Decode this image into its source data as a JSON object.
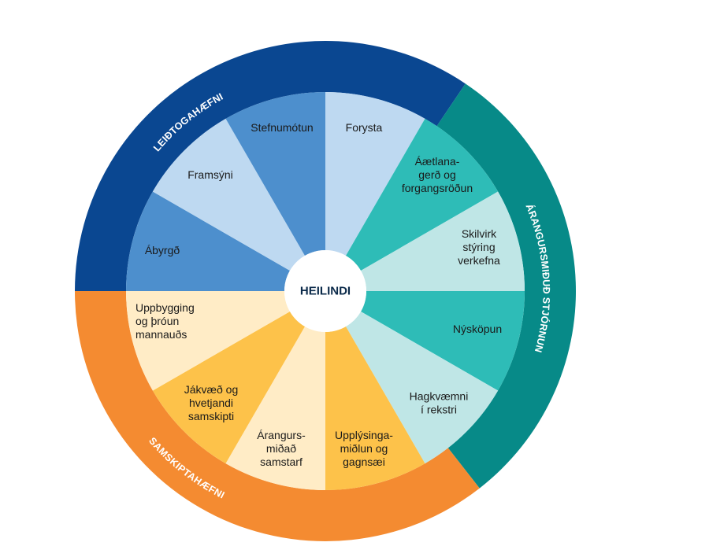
{
  "center": {
    "label": "HEILINDI"
  },
  "colors": {
    "ring_leadership": "#0a4791",
    "ring_results": "#078a88",
    "ring_communication": "#f48b31",
    "leadership_dark": "#4d8fcd",
    "leadership_light": "#bed9f1",
    "results_dark": "#2ebcb7",
    "results_light": "#bfe6e6",
    "communication_dark": "#fdc24a",
    "communication_light": "#ffecc6",
    "center_fill": "#ffffff",
    "divider": "#ffffff"
  },
  "rings": [
    {
      "id": "leadership",
      "label": "LEIÐTOGAHÆFNI",
      "color_key": "ring_leadership"
    },
    {
      "id": "results",
      "label": "ÁRANGURSMIÐUÐ STJÓRNUN",
      "color_key": "ring_results"
    },
    {
      "id": "communication",
      "label": "SAMSKIPTAHÆFNI",
      "color_key": "ring_communication"
    }
  ],
  "segments": [
    {
      "lines": [
        "Forysta"
      ],
      "color_key": "leadership_light"
    },
    {
      "lines": [
        "Áætlana-",
        "gerð og",
        "forgangsröðun"
      ],
      "color_key": "results_dark"
    },
    {
      "lines": [
        "Skilvirk",
        "stýring",
        "verkefna"
      ],
      "color_key": "results_light"
    },
    {
      "lines": [
        "Nýsköpun"
      ],
      "color_key": "results_dark"
    },
    {
      "lines": [
        "Hagkvæmni",
        "í rekstri"
      ],
      "color_key": "results_light"
    },
    {
      "lines": [
        "Upplýsinga-",
        "miðlun og",
        "gagnsæi"
      ],
      "color_key": "communication_dark"
    },
    {
      "lines": [
        "Árangurs-",
        "miðað",
        "samstarf"
      ],
      "color_key": "communication_light"
    },
    {
      "lines": [
        "Jákvæð og",
        "hvetjandi",
        "samskipti"
      ],
      "color_key": "communication_dark"
    },
    {
      "lines": [
        "Uppbygging",
        "og þróun",
        "mannauðs"
      ],
      "color_key": "communication_light"
    },
    {
      "lines": [
        "Ábyrgð"
      ],
      "color_key": "leadership_dark"
    },
    {
      "lines": [
        "Framsýni"
      ],
      "color_key": "leadership_light"
    },
    {
      "lines": [
        "Stefnumótun"
      ],
      "color_key": "leadership_dark"
    }
  ]
}
